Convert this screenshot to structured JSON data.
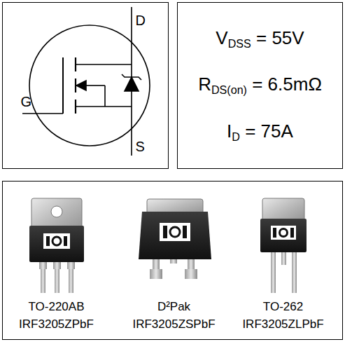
{
  "diagram": {
    "nodes": [
      {
        "text": [
          "D",
          "G",
          "S"
        ]
      },
      {
        "text": [
          "VDSS = 55V",
          "RDS(on) = 6.5mΩ",
          "ID = 75A"
        ]
      },
      {
        "text": [
          "TO-220AB",
          "IRF3205ZPbF",
          "D²Pak",
          "IRF3205ZSPbF",
          "TO-262",
          "IRF3205ZLPbF"
        ]
      }
    ]
  }
}
